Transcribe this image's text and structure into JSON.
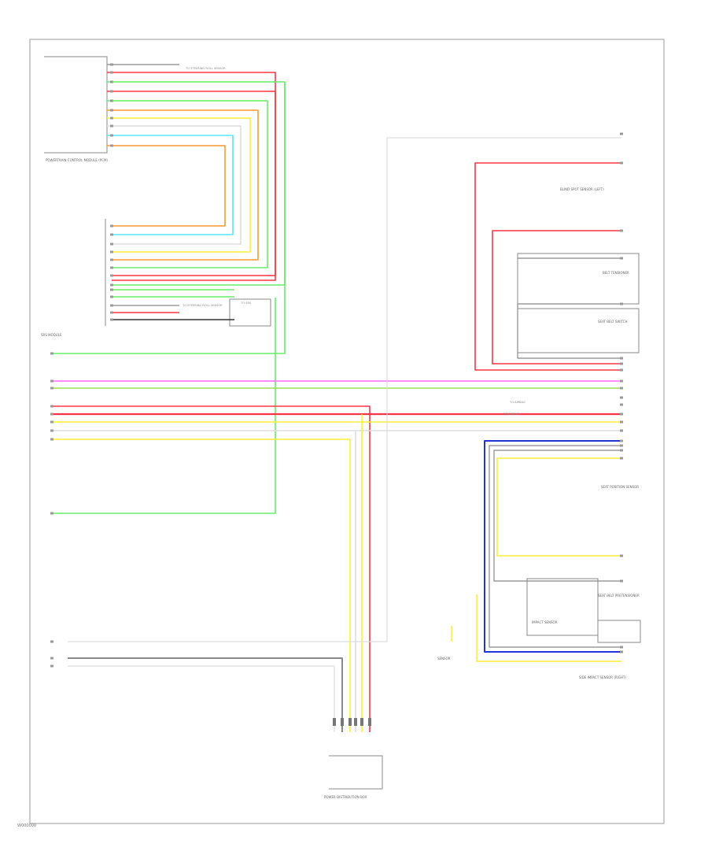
{
  "colors": {
    "PNK": "#ff66ff",
    "RED": "#ff3344",
    "LT GRN": "#66ee66",
    "GRN": "#99dd55",
    "YEL": "#ffee33",
    "WHT": "#dddddd",
    "LT BLU": "#55e6ff",
    "ORN": "#ff9933",
    "BLU": "#2233dd",
    "GRY": "#888888",
    "BLK": "#333333",
    "BRN": "#cc9944"
  },
  "components": {
    "upper_left": "POWERTRAIN CONTROL MODULE (PCM)",
    "middle_left": "SRS MODULE",
    "bottom_center": "POWER DISTRIBUTION BOX",
    "right_top": "BLIND SPOT SENSOR (LEFT)",
    "right_mid1": "BELT TENSIONER",
    "right_mid2": "SEAT BELT SWITCH",
    "right_mid3": "SEAT POSITION SENSOR",
    "right_mid4": "SEAT BELT PRETENSIONER",
    "right_lower": "IMPACT SENSOR",
    "bottom_right": "SIDE IMPACT SENSOR (RIGHT)",
    "bottom_sensor": "SENSOR"
  },
  "notes": {
    "n1": "TO STEERING ROLL SENSOR",
    "n2": "TO STEERING ROLL SENSOR",
    "n3": "TO SRS",
    "n4": "TO AIRBAG",
    "n5": "TO AIRBAG"
  },
  "footer_code": "W000000"
}
